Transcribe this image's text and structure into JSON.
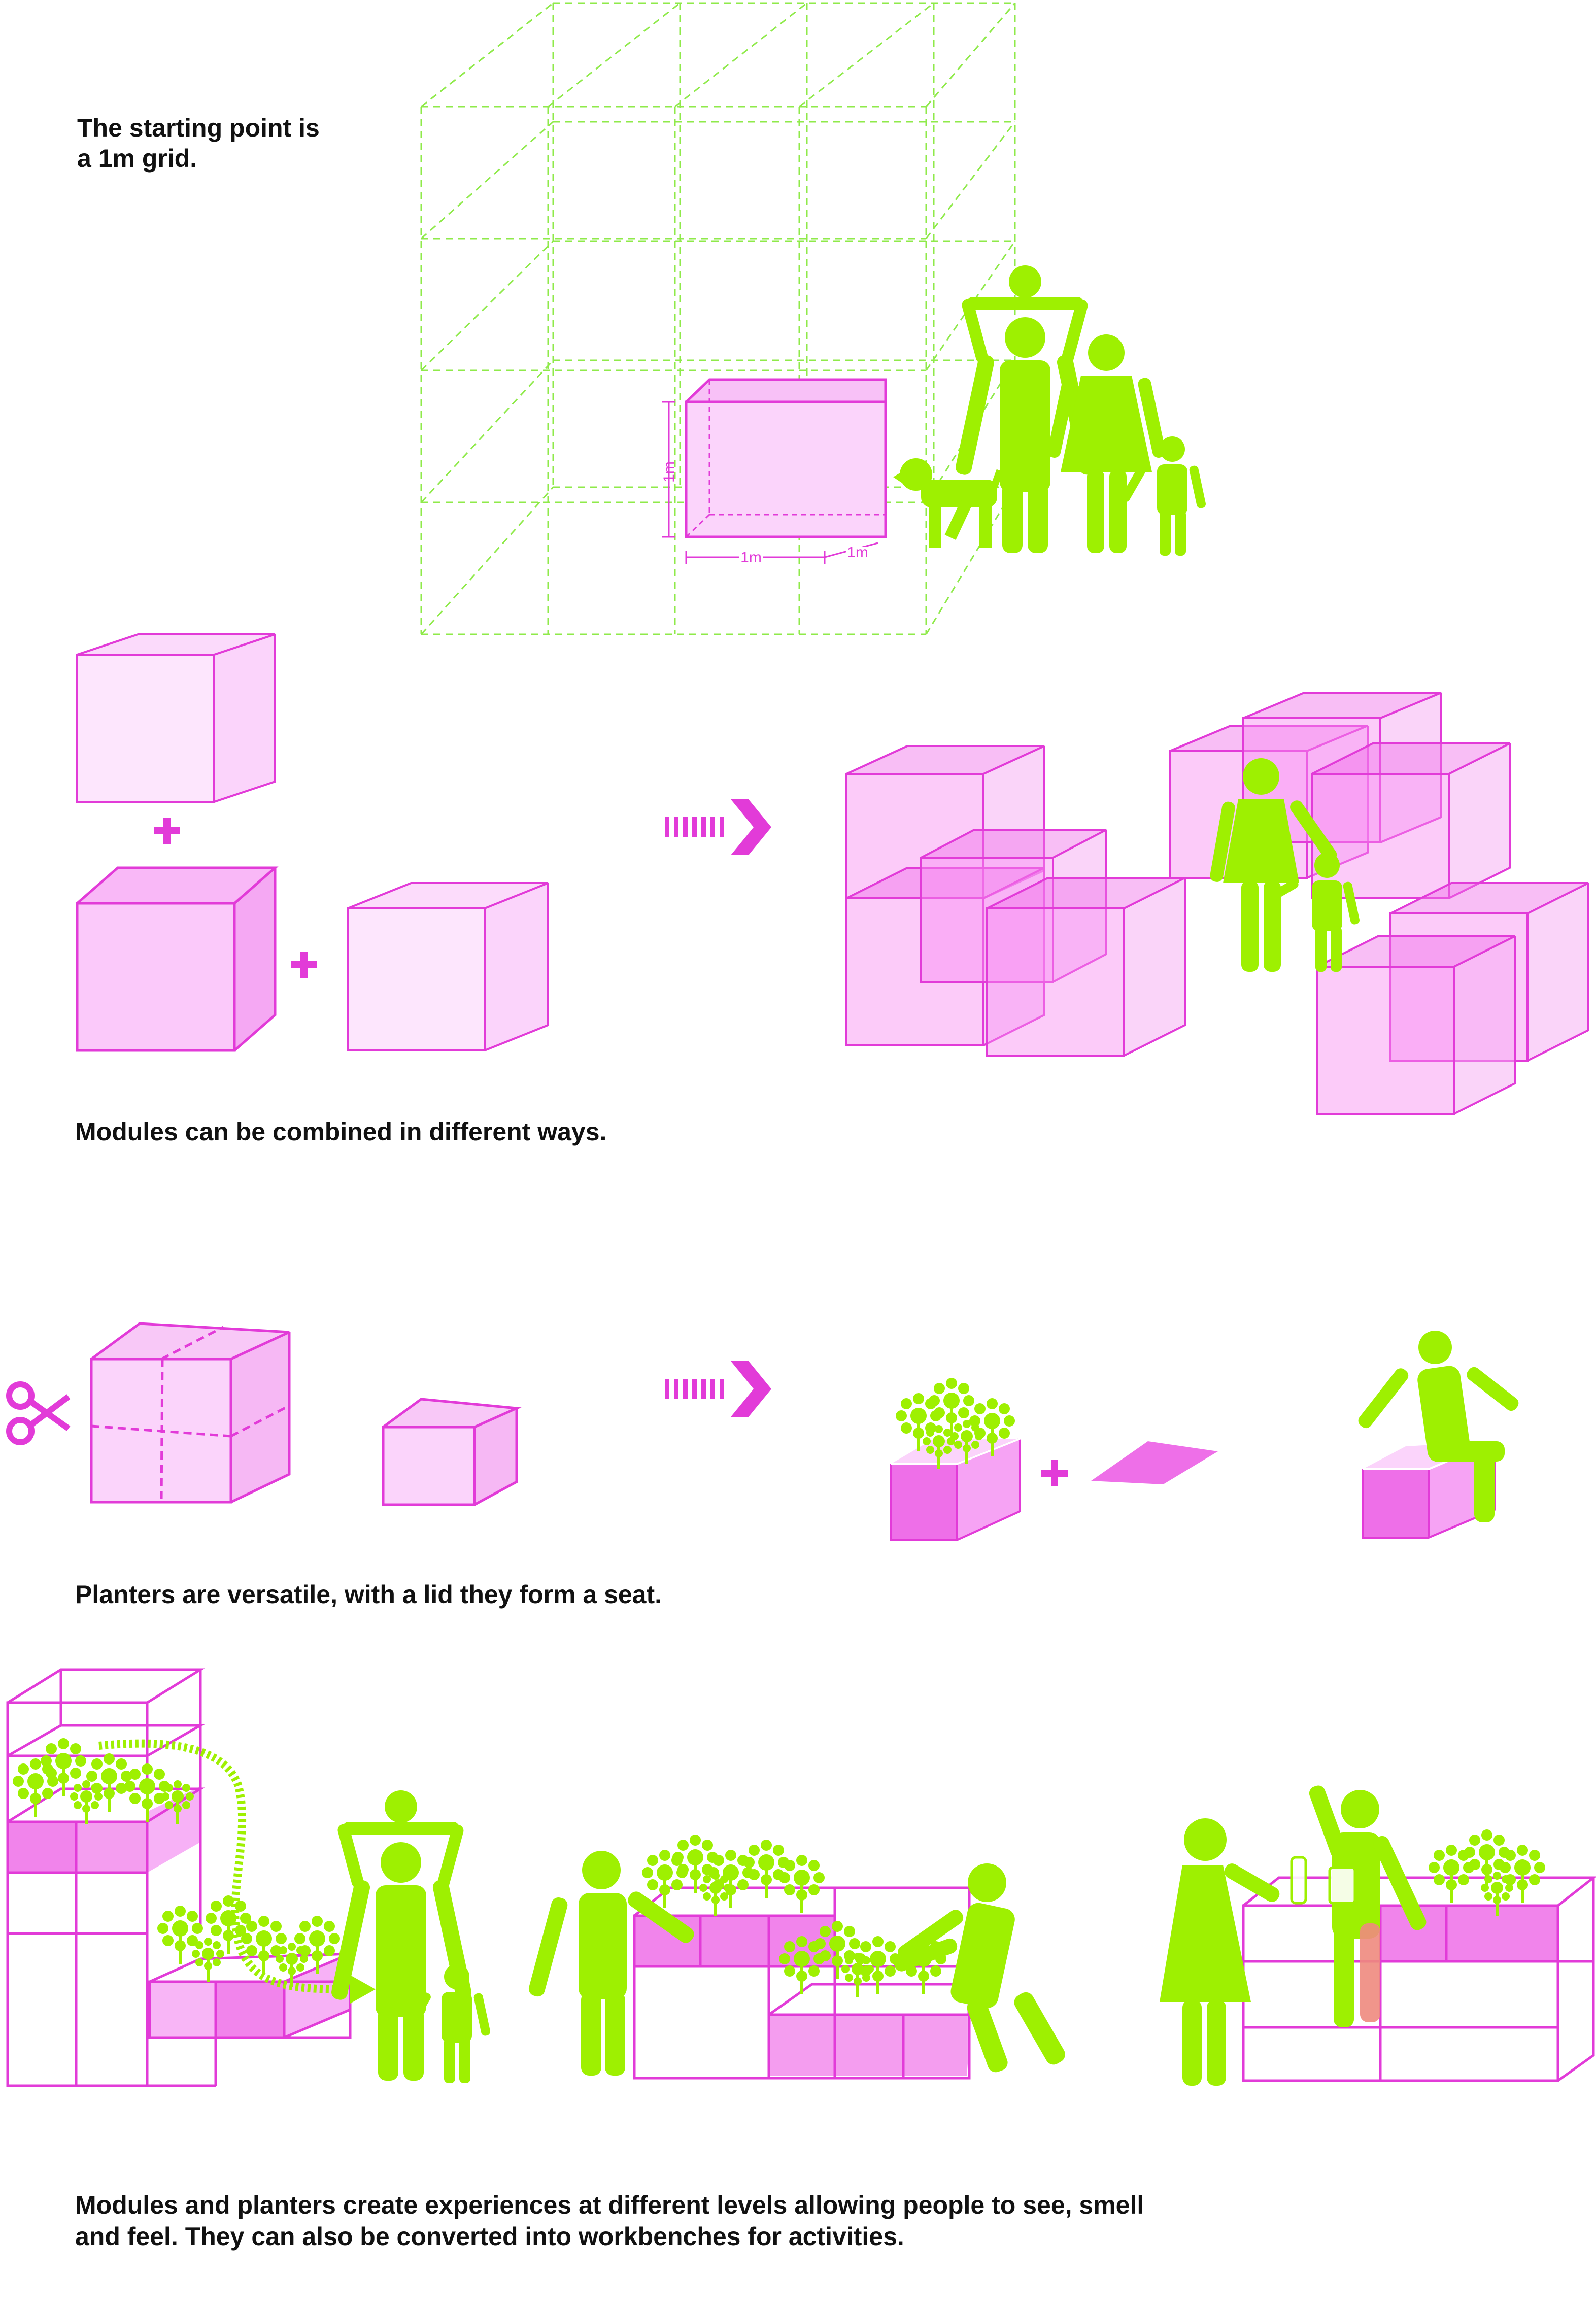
{
  "colors": {
    "magenta": "#e23bd8",
    "pink_light": "#fbd4fb",
    "pink_mid": "#f6a3f4",
    "pink_dark": "#ee6fe8",
    "lime": "#9ef001",
    "grid_green": "#8fea4a",
    "text": "#111111"
  },
  "sections": {
    "grid": {
      "caption_line1": "The starting point is",
      "caption_line2": "a 1m grid."
    },
    "combine": {
      "caption": "Modules can be combined in different ways."
    },
    "planters": {
      "caption": "Planters are versatile, with a lid they form a seat."
    },
    "levels": {
      "caption_line1": "Modules and planters create experiences at different levels allowing people to see, smell",
      "caption_line2": "and feel. They can also be converted into workbenches for activities."
    }
  },
  "dimensions": {
    "height": "1m",
    "width": "1m",
    "depth": "1m"
  },
  "icons": [
    "scissors-icon",
    "arrow-right-icon",
    "plus-icon",
    "person-icon",
    "child-icon",
    "dog-icon",
    "flower-icon"
  ]
}
